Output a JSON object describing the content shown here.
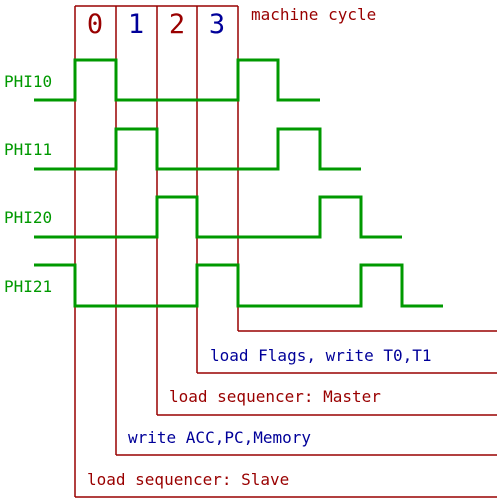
{
  "header": {
    "cycles": [
      "0",
      "1",
      "2",
      "3"
    ],
    "title": "machine cycle"
  },
  "signals": [
    {
      "name": "PHI10",
      "color": "#009900"
    },
    {
      "name": "PHI11",
      "color": "#009900"
    },
    {
      "name": "PHI20",
      "color": "#009900"
    },
    {
      "name": "PHI21",
      "color": "#009900"
    }
  ],
  "annotations": [
    {
      "text": "load Flags, write T0,T1",
      "color": "#000099"
    },
    {
      "text": "load sequencer: Master",
      "color": "#990000"
    },
    {
      "text": "write ACC,PC,Memory",
      "color": "#000099"
    },
    {
      "text": "load sequencer: Slave",
      "color": "#990000"
    }
  ],
  "colors": {
    "frame": "#990000",
    "label_red": "#990000",
    "label_blue": "#000099",
    "trace": "#009900"
  }
}
